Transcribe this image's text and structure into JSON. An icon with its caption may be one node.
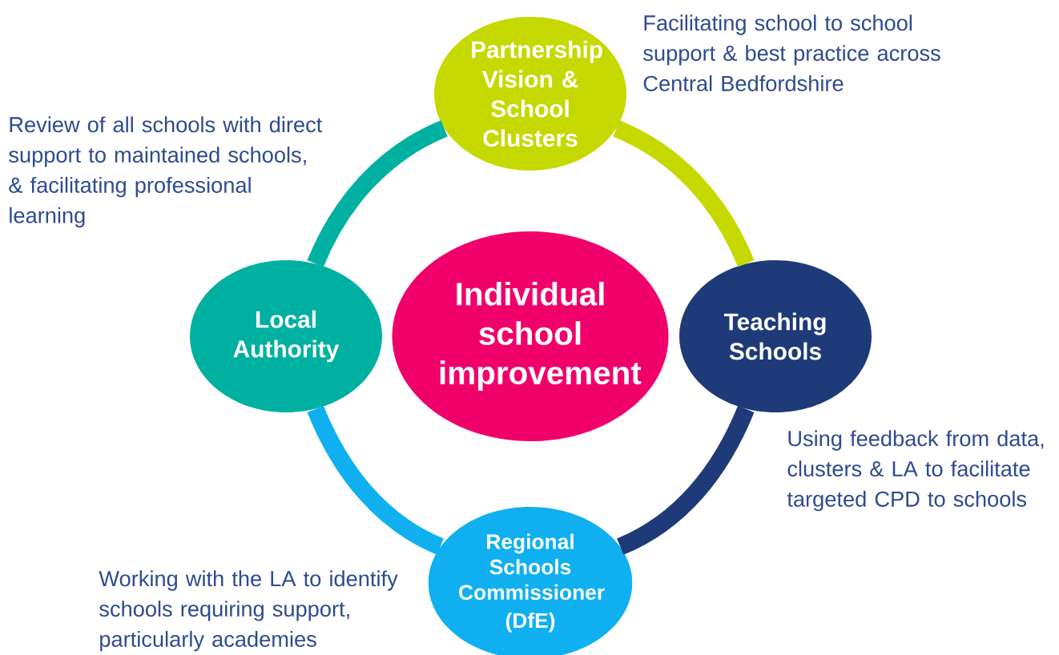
{
  "diagram": {
    "nodes": [
      {
        "text": [
          "Partnership Vision & School Clusters"
        ],
        "beside": [
          "Facilitating school to school support & best practice across Central Bedfordshire"
        ]
      },
      {
        "text": [
          "Local Authority"
        ],
        "beside": [
          "Review of all schools with direct support to maintained schools, & facilitating professional learning"
        ]
      },
      {
        "text": [
          "Individual school improvement"
        ]
      },
      {
        "text": [
          "Teaching Schools"
        ],
        "beside": [
          "Using feedback from data, clusters & LA to facilitate targeted CPD to schools"
        ]
      },
      {
        "text": [
          "Regional Schools Commissioner",
          "(DfE)"
        ],
        "beside": [
          "Working with the LA to identify schools requiring support, particularly academies"
        ]
      }
    ],
    "edges": [
      {
        "from": 0,
        "to": 3,
        "arrow": "none",
        "color": "#c5d900"
      },
      {
        "from": 3,
        "to": 4,
        "arrow": "none",
        "color": "#1e3a78"
      },
      {
        "from": 4,
        "to": 1,
        "arrow": "none",
        "color": "#10b0f0"
      },
      {
        "from": 1,
        "to": 0,
        "arrow": "none",
        "color": "#00b0a0"
      }
    ]
  }
}
